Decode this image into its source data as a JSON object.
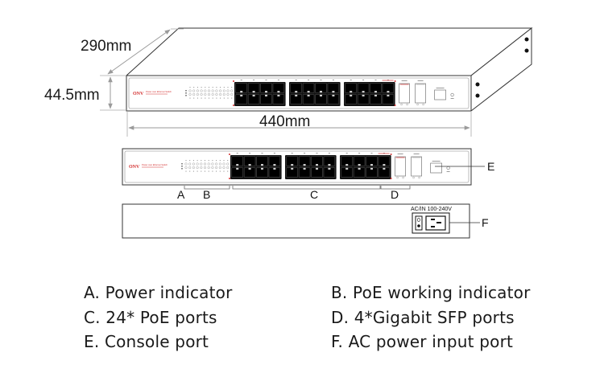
{
  "dimensions": {
    "depth": "290mm",
    "height": "44.5mm",
    "width": "440mm"
  },
  "brand": {
    "logo": "ONV",
    "subtitle": "Power over Ethernet Switch",
    "accent_color": "#d32f2f"
  },
  "callouts": {
    "a": "A",
    "b": "B",
    "c": "C",
    "d": "D",
    "e": "E",
    "f": "F"
  },
  "rear_panel": {
    "power_label": "AC/IN 100-240V",
    "switch_on": "0"
  },
  "port_counts": {
    "rj45_groups": 3,
    "rj45_per_group": 8,
    "sfp": 2
  },
  "legend": [
    {
      "key": "A",
      "text": "A. Power indicator"
    },
    {
      "key": "B",
      "text": "B. PoE working indicator"
    },
    {
      "key": "C",
      "text": "C. 24* PoE ports"
    },
    {
      "key": "D",
      "text": "D. 4*Gigabit SFP ports"
    },
    {
      "key": "E",
      "text": "E. Console port"
    },
    {
      "key": "F",
      "text": "F.  AC power input port"
    }
  ]
}
